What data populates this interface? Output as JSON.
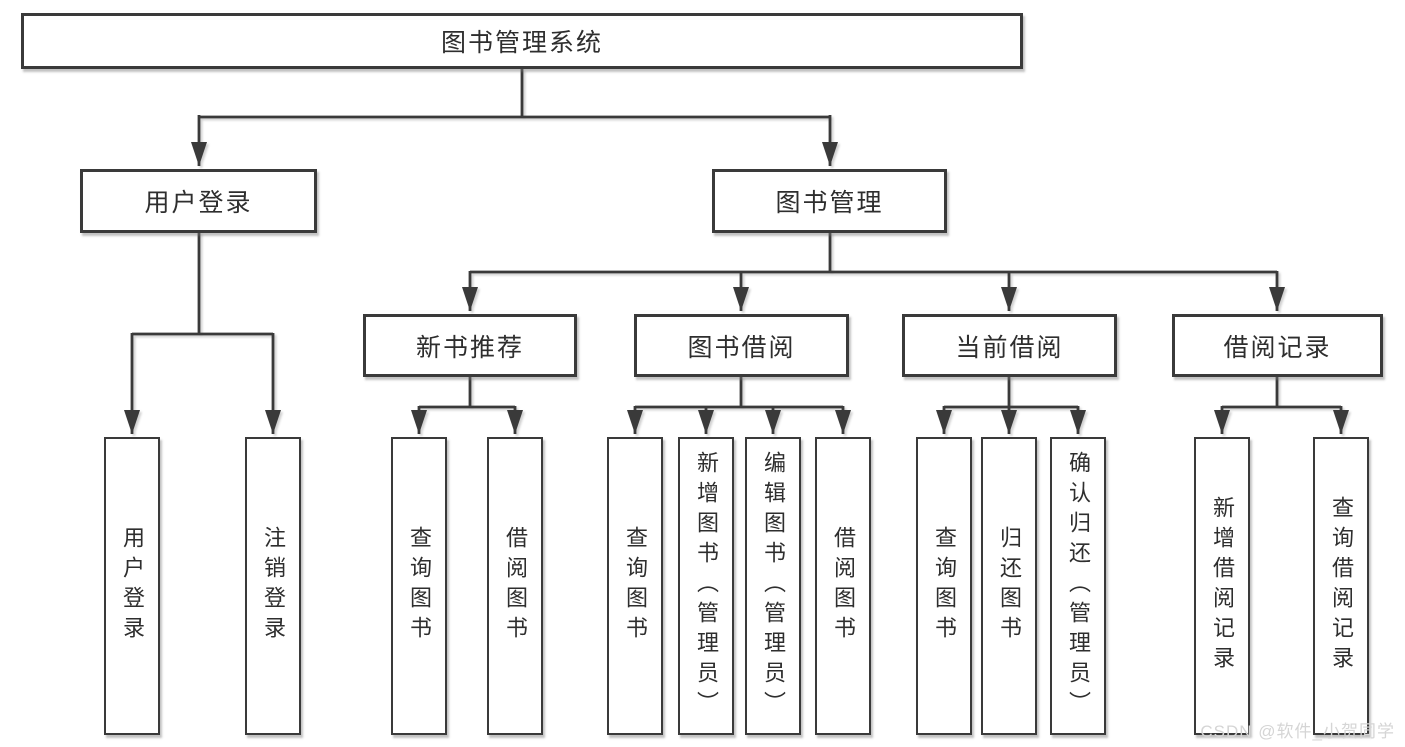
{
  "root": {
    "label": "图书管理系统"
  },
  "level2": [
    {
      "label": "用户登录"
    },
    {
      "label": "图书管理"
    }
  ],
  "level3": [
    {
      "label": "新书推荐"
    },
    {
      "label": "图书借阅"
    },
    {
      "label": "当前借阅"
    },
    {
      "label": "借阅记录"
    }
  ],
  "leaves": [
    {
      "group": "用户登录",
      "label": "用户登录"
    },
    {
      "group": "用户登录",
      "label": "注销登录"
    },
    {
      "group": "新书推荐",
      "label": "查询图书"
    },
    {
      "group": "新书推荐",
      "label": "借阅图书"
    },
    {
      "group": "图书借阅",
      "label": "查询图书"
    },
    {
      "group": "图书借阅",
      "label": "新增图书（管理员）"
    },
    {
      "group": "图书借阅",
      "label": "编辑图书（管理员）"
    },
    {
      "group": "图书借阅",
      "label": "借阅图书"
    },
    {
      "group": "当前借阅",
      "label": "查询图书"
    },
    {
      "group": "当前借阅",
      "label": "归还图书"
    },
    {
      "group": "当前借阅",
      "label": "确认归还（管理员）"
    },
    {
      "group": "借阅记录",
      "label": "新增借阅记录"
    },
    {
      "group": "借阅记录",
      "label": "查询借阅记录"
    }
  ],
  "watermark": "CSDN @软件_小贺同学",
  "colors": {
    "line": "#3a3a3a",
    "box_border": "#3a3a3a",
    "box_background": "#ffffff",
    "text": "#2e2e2e",
    "watermark": "#d5d5d5",
    "page_background": "#ffffff"
  }
}
